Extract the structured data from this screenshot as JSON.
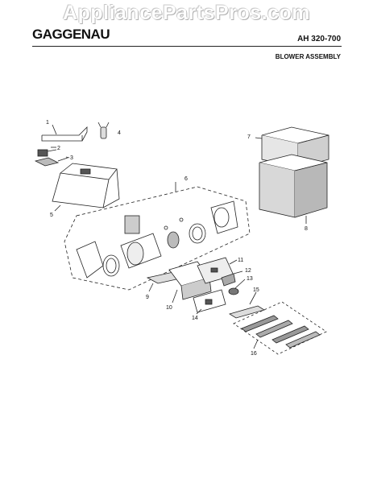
{
  "watermark": "AppliancePartsPros.com",
  "header": {
    "brand": "GAGGENAU",
    "model": "AH 320-700",
    "section": "BLOWER ASSEMBLY"
  },
  "callouts": [
    "1",
    "2",
    "3",
    "4",
    "5",
    "6",
    "7",
    "8",
    "9",
    "10",
    "11",
    "12",
    "13",
    "14",
    "15",
    "16"
  ]
}
